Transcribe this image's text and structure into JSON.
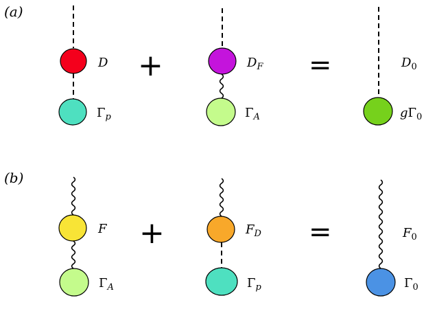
{
  "panels": [
    {
      "tag": "(a)",
      "operators": [
        "+",
        "="
      ],
      "terms": [
        {
          "top_line": "dashed",
          "node_label": "D",
          "node_color": "#f4001c",
          "mid_line": "dashed",
          "bottom_label": "Γp",
          "bottom_color": "#4ee0c0"
        },
        {
          "top_line": "dashed",
          "node_label": "DF",
          "node_color": "#c414dc",
          "mid_line": "wavy",
          "bottom_label": "ΓA",
          "bottom_color": "#c4fb8c"
        },
        {
          "top_line": "dashed",
          "node_label": "D0",
          "bottom_label": "gΓ0",
          "bottom_color": "#76d11c"
        }
      ]
    },
    {
      "tag": "(b)",
      "operators": [
        "+",
        "="
      ],
      "terms": [
        {
          "top_line": "wavy",
          "node_label": "F",
          "node_color": "#f8e436",
          "mid_line": "wavy",
          "bottom_label": "ΓA",
          "bottom_color": "#c4fb8c"
        },
        {
          "top_line": "wavy",
          "node_label": "FD",
          "node_color": "#f8a82a",
          "mid_line": "dashed",
          "bottom_label": "Γp",
          "bottom_color": "#4ee0c0"
        },
        {
          "top_line": "wavy",
          "node_label": "F0",
          "bottom_label": "Γ0",
          "bottom_color": "#4b92e4"
        }
      ]
    }
  ]
}
